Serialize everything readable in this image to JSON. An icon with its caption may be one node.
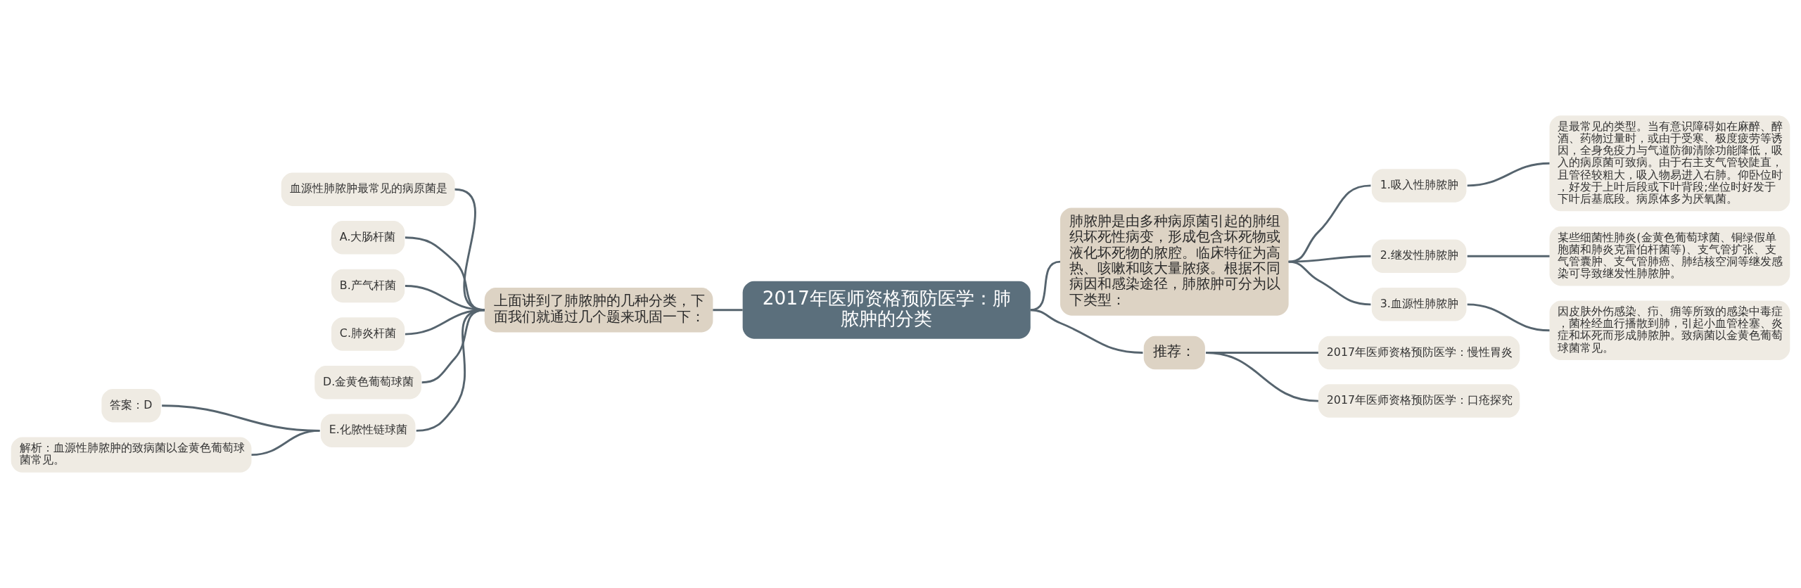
{
  "diagram": {
    "nodes": [
      {
        "text": [
          "2017年医师资格预防医学：肺脓肿的分类"
        ]
      },
      {
        "text": [
          "肺脓肿是由多种病原菌引起的肺组织坏死性病变，形成包含坏死物或液化坏死物的脓腔。临床特征为高热、咳嗽和咳大量脓痰。根据不同病因和感染途径，肺脓肿可分为以下类型："
        ]
      },
      {
        "text": [
          "1.吸入性肺脓肿"
        ]
      },
      {
        "text": [
          "是最常见的类型。当有意识障碍如在麻醉、醉酒、药物过量时，或由于受寒、极度疲劳等诱因，全身免疫力与气道防御清除功能降低，吸入的病原菌可致病。由于右主支气管较陡直，且管径较粗大，吸入物易进入右肺。仰卧位时，好发于上叶后段或下叶背段;坐位时好发于下叶后基底段。病原体多为厌氧菌。"
        ]
      },
      {
        "text": [
          "2.继发性肺脓肿"
        ]
      },
      {
        "text": [
          "某些细菌性肺炎(金黄色葡萄球菌、铜绿假单胞菌和肺炎克雷伯杆菌等)、支气管扩张、支气管囊肿、支气管肺癌、肺结核空洞等继发感染可导致继发性肺脓肿。"
        ]
      },
      {
        "text": [
          "3.血源性肺脓肿"
        ]
      },
      {
        "text": [
          "因皮肤外伤感染、疖、痈等所致的感染中毒症，菌栓经血行播散到肺，引起小血管栓塞、炎症和坏死而形成肺脓肿。致病菌以金黄色葡萄球菌常见。"
        ]
      },
      {
        "text": [
          "推荐："
        ]
      },
      {
        "text": [
          "2017年医师资格预防医学：慢性胃炎"
        ]
      },
      {
        "text": [
          "2017年医师资格预防医学：口疮探究"
        ]
      },
      {
        "text": [
          "上面讲到了肺脓肿的几种分类，下面我们就通过几个题来巩固一下："
        ]
      },
      {
        "text": [
          "血源性肺脓肿最常见的病原菌是"
        ]
      },
      {
        "text": [
          "A.大肠杆菌"
        ]
      },
      {
        "text": [
          "B.产气杆菌"
        ]
      },
      {
        "text": [
          "C.肺炎杆菌"
        ]
      },
      {
        "text": [
          "D.金黄色葡萄球菌"
        ]
      },
      {
        "text": [
          "E.化脓性链球菌"
        ]
      },
      {
        "text": [
          "答案：D"
        ]
      },
      {
        "text": [
          "解析：血源性肺脓肿的致病菌以金黄色葡萄球菌常见。"
        ]
      }
    ],
    "edges": [
      {
        "from": 0,
        "to": 1,
        "arrow": "none"
      },
      {
        "from": 1,
        "to": 2,
        "arrow": "none"
      },
      {
        "from": 2,
        "to": 3,
        "arrow": "none"
      },
      {
        "from": 1,
        "to": 4,
        "arrow": "none"
      },
      {
        "from": 4,
        "to": 5,
        "arrow": "none"
      },
      {
        "from": 1,
        "to": 6,
        "arrow": "none"
      },
      {
        "from": 6,
        "to": 7,
        "arrow": "none"
      },
      {
        "from": 0,
        "to": 8,
        "arrow": "none"
      },
      {
        "from": 8,
        "to": 9,
        "arrow": "none"
      },
      {
        "from": 8,
        "to": 10,
        "arrow": "none"
      },
      {
        "from": 0,
        "to": 11,
        "arrow": "none"
      },
      {
        "from": 11,
        "to": 12,
        "arrow": "none"
      },
      {
        "from": 11,
        "to": 13,
        "arrow": "none"
      },
      {
        "from": 11,
        "to": 14,
        "arrow": "none"
      },
      {
        "from": 11,
        "to": 15,
        "arrow": "none"
      },
      {
        "from": 11,
        "to": 16,
        "arrow": "none"
      },
      {
        "from": 11,
        "to": 17,
        "arrow": "none"
      },
      {
        "from": 17,
        "to": 18,
        "arrow": "none"
      },
      {
        "from": 17,
        "to": 19,
        "arrow": "none"
      }
    ]
  }
}
